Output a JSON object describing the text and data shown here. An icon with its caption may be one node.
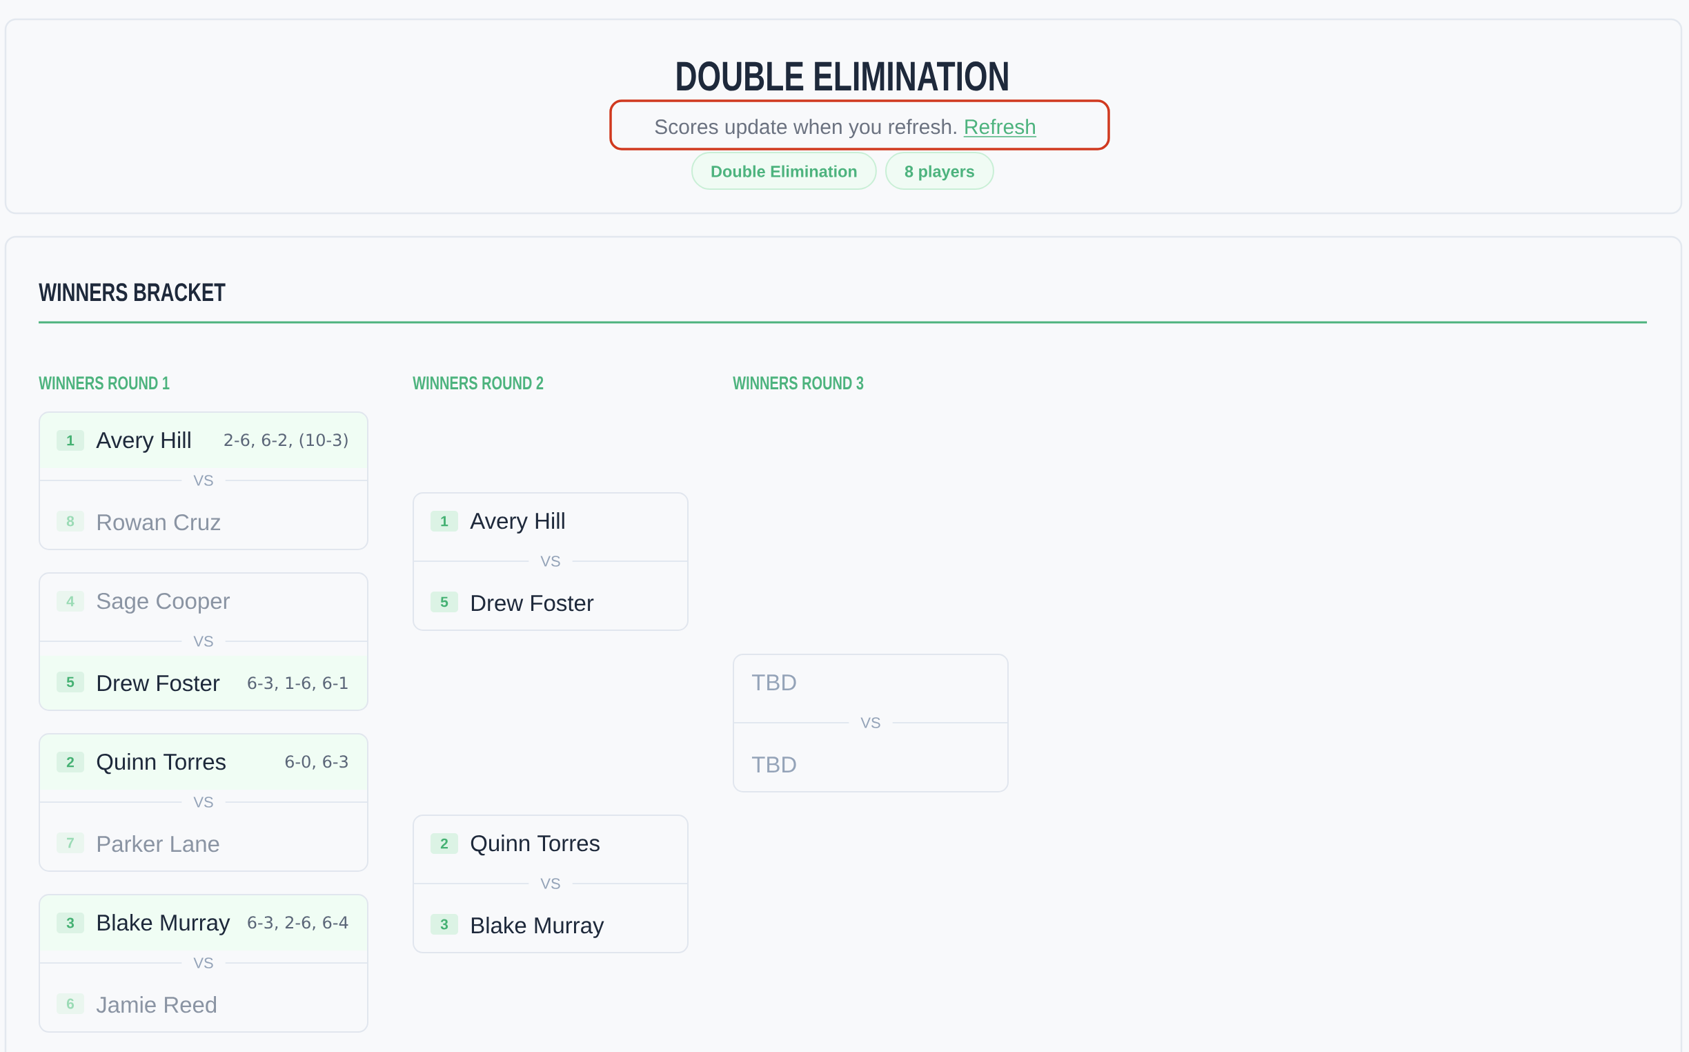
{
  "diagram": {
    "title": "DOUBLE ELIMINATION",
    "nodes": [
      {
        "text": [],
        "shape": "box"
      },
      {
        "text": [
          "Scores update when you refresh.",
          "Refresh"
        ],
        "in": 0
      },
      {
        "text": [
          "Double Elimination"
        ],
        "in": 0
      },
      {
        "text": [
          "8 players"
        ],
        "in": 0
      },
      {
        "text": [
          "WINNERS BRACKET"
        ]
      },
      {
        "text": [
          "Avery Hill",
          "2-6, 6-2, (10-3)",
          "VS",
          "Rowan Cruz"
        ],
        "in": 4
      },
      {
        "text": [
          "1"
        ],
        "in": 5
      },
      {
        "text": [
          "8"
        ],
        "in": 5
      },
      {
        "text": [
          "Sage Cooper",
          "VS",
          "Drew Foster",
          "6-3, 1-6, 6-1"
        ],
        "in": 4
      },
      {
        "text": [
          "4"
        ],
        "in": 8
      },
      {
        "text": [
          "5"
        ],
        "in": 8
      },
      {
        "text": [
          "Quinn Torres",
          "6-0, 6-3",
          "VS",
          "Parker Lane"
        ],
        "in": 4
      },
      {
        "text": [
          "2"
        ],
        "in": 11
      },
      {
        "text": [
          "7"
        ],
        "in": 11
      },
      {
        "text": [
          "Blake Murray",
          "6-3, 2-6, 6-4",
          "VS",
          "Jamie Reed"
        ],
        "in": 4
      },
      {
        "text": [
          "3"
        ],
        "in": 14
      },
      {
        "text": [
          "6"
        ],
        "in": 14
      },
      {
        "text": [
          "Avery Hill",
          "VS",
          "Drew Foster"
        ],
        "in": 4
      },
      {
        "text": [
          "1"
        ],
        "in": 17
      },
      {
        "text": [
          "5"
        ],
        "in": 17
      },
      {
        "text": [
          "Quinn Torres",
          "VS",
          "Blake Murray"
        ],
        "in": 4
      },
      {
        "text": [
          "2"
        ],
        "in": 20
      },
      {
        "text": [
          "3"
        ],
        "in": 20
      },
      {
        "text": [
          "TBD",
          "VS",
          "TBD"
        ],
        "in": 4
      }
    ],
    "labels": [
      "WINNERS ROUND 1",
      "WINNERS ROUND 2",
      "WINNERS ROUND 3"
    ]
  }
}
